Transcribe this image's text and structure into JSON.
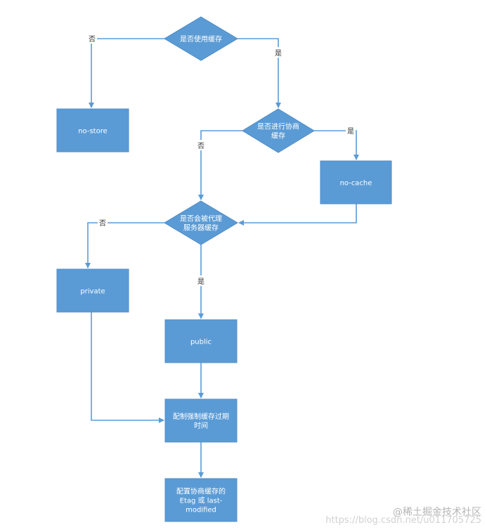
{
  "colors": {
    "node_fill": "#5b9bd5",
    "node_stroke": "#4f8cc8",
    "edge": "#5b9bd5",
    "text": "#ffffff",
    "edge_label": "#333333",
    "watermark": "#b7b7b7"
  },
  "nodes": {
    "d1": {
      "kind": "decision",
      "lines": [
        "是否使用缓存"
      ]
    },
    "no_store": {
      "kind": "process",
      "lines": [
        "no-store"
      ]
    },
    "d2": {
      "kind": "decision",
      "lines": [
        "是否进行协商",
        "缓存"
      ]
    },
    "no_cache": {
      "kind": "process",
      "lines": [
        "no-cache"
      ]
    },
    "d3": {
      "kind": "decision",
      "lines": [
        "是否会被代理",
        "服务器缓存"
      ]
    },
    "private": {
      "kind": "process",
      "lines": [
        "private"
      ]
    },
    "public": {
      "kind": "process",
      "lines": [
        "public"
      ]
    },
    "max_age": {
      "kind": "process",
      "lines": [
        "配制强制缓存过期",
        "时间"
      ]
    },
    "etag": {
      "kind": "process",
      "lines": [
        "配置协商缓存的",
        "Etag 或 last-",
        "modified"
      ]
    }
  },
  "edges": [
    {
      "id": "d1-no",
      "from": "d1",
      "to": "no_store",
      "label": "否"
    },
    {
      "id": "d1-yes",
      "from": "d1",
      "to": "d2",
      "label": "是"
    },
    {
      "id": "d2-no",
      "from": "d2",
      "to": "d3",
      "label": "否"
    },
    {
      "id": "d2-yes",
      "from": "d2",
      "to": "no_cache",
      "label": "是"
    },
    {
      "id": "nocache-d3",
      "from": "no_cache",
      "to": "d3",
      "label": ""
    },
    {
      "id": "d3-no",
      "from": "d3",
      "to": "private",
      "label": "否"
    },
    {
      "id": "d3-yes",
      "from": "d3",
      "to": "public",
      "label": "是"
    },
    {
      "id": "public-maxage",
      "from": "public",
      "to": "max_age",
      "label": ""
    },
    {
      "id": "private-maxage",
      "from": "private",
      "to": "max_age",
      "label": ""
    },
    {
      "id": "maxage-etag",
      "from": "max_age",
      "to": "etag",
      "label": ""
    }
  ],
  "watermark": {
    "brand": "@稀土掘金技术社区",
    "url": "https://blog.csdn.net/u011705725"
  }
}
